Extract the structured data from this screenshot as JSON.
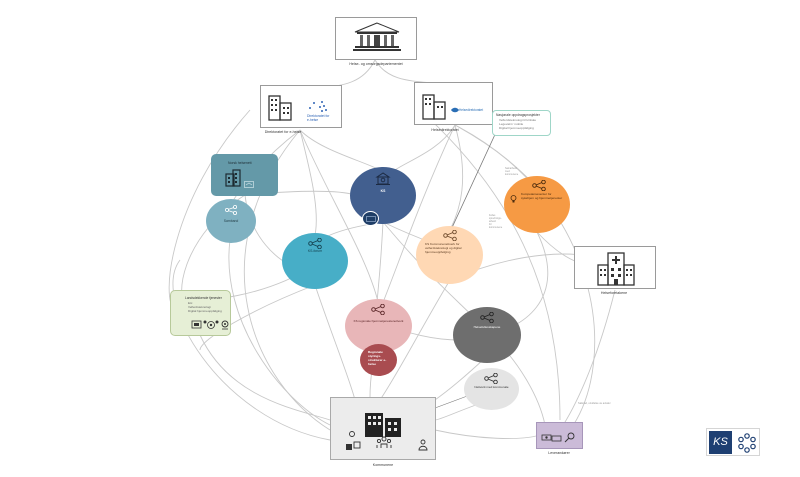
{
  "nodes": {
    "ministry": "Helse- og omsorgsdepartementet",
    "directorate": "Direktoratet for e-helse",
    "directorate_logo": "Direktoratet for e-helse",
    "hdir": "Helsedirektoratet",
    "hdir_logo": "Helsedirektoratet",
    "norsk_helsenett": "Norsk helsenett",
    "ks": "KS",
    "ks_forum": "KS-forum",
    "ks_kommunenettverk": "KS Kommunenettverk for velferdsteknologi og digital hjemmeoppfølging",
    "kompetansesenter": "Kompetansesenter for sykehjem og hjemmetjenester",
    "helseforetak": "Helseforetakene",
    "helsefelleskap": "Helsefellesskapene",
    "ks_regionale": "KS regionale hjemmetjenestenettverk",
    "regionale": "Regionale styrings-strukturer e-helse",
    "nettverk": "Nettverk med kommunale",
    "kommunene": "Kommunene",
    "leverandorer": "Leverandørene",
    "leverandoer_label": "Leverandører",
    "samband": "Samband"
  },
  "lists": {
    "nasjonale": {
      "title": "Nasjonale oppdragsprosjekter",
      "items": [
        "Velferdsteknologi til kritiske",
        "Legevakt / mobile",
        "Digital hjemmeoppfølging"
      ]
    },
    "lande": {
      "title": "Landsdekkende tjenester",
      "items": [
        "Etc",
        "Velferdsteknologi",
        "Digital hjemmeoppfølging"
      ]
    }
  },
  "annotations": {
    "small_left": [
      "Samarbeid",
      "med",
      "kommunene"
    ],
    "small_mid": [
      "Felles",
      "sprednings-",
      "arbeid",
      "for",
      "kommunene"
    ],
    "bottom_right": "Søknad, utvidelse av avtaler"
  },
  "colors": {
    "ks": "#425f8f",
    "ks_small": "#1f3e67",
    "forum": "#7fb1c1",
    "kommunenettverk": "#ffd8b4",
    "kompetansesenter": "#f69a44",
    "regionale_light": "#e8b6b8",
    "regionale_dark": "#a94c50",
    "helsefelleskap": "#6e6e6e",
    "nettverk": "#e4e4e4",
    "teal": "#47aec7",
    "norsk_helsenett": "#6499a8",
    "lande": "#e6efd6",
    "nasjonale_border": "#9fd6c8",
    "leverandor": "#cbbbd8",
    "ks_logo": "#1e3f72"
  },
  "logo": {
    "ks_text": "KS"
  }
}
